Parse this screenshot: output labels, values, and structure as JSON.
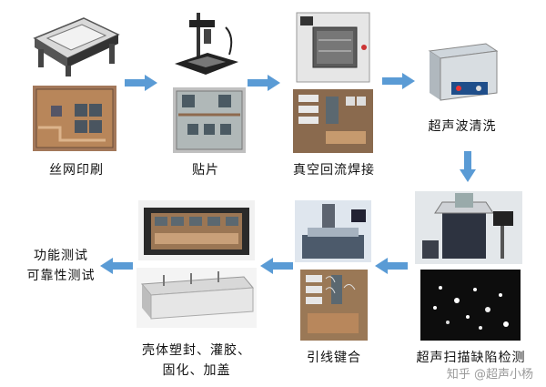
{
  "colors": {
    "arrow": "#5a9bd5",
    "pcb_copper": "#b8865a",
    "pcb_dark": "#5a4636"
  },
  "steps": {
    "screen_print": "丝网印刷",
    "die_attach": "贴片",
    "vacuum_reflow": "真空回流焊接",
    "ultrasonic_clean": "超声波清洗",
    "ultrasonic_scan": "超声扫描缺陷检测",
    "wire_bond": "引线键合",
    "molding": {
      "line1": "壳体塑封、灌胶、",
      "line2": "固化、加盖"
    },
    "final_test": {
      "line1": "功能测试",
      "line2": "可靠性测试"
    }
  },
  "watermark": "知乎 @超声小杨"
}
